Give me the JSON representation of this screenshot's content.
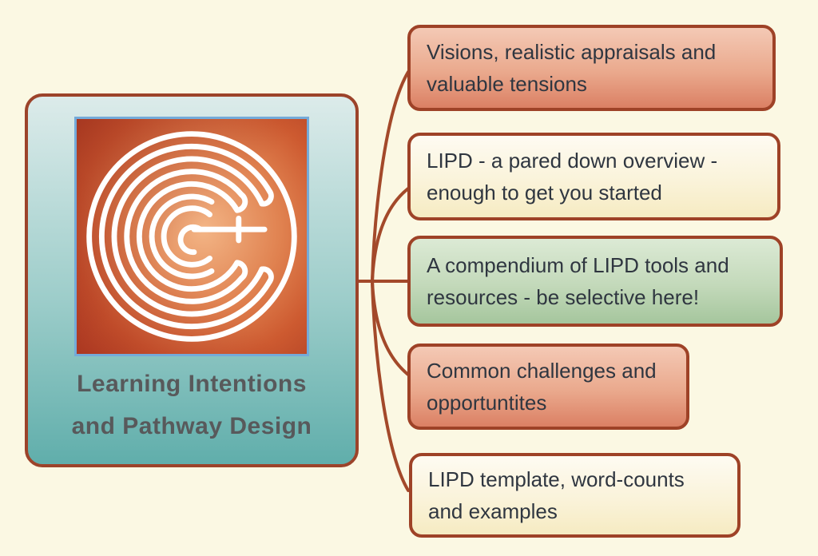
{
  "root": {
    "title_lines": [
      "Learning Intentions",
      "and Pathway Design"
    ],
    "icon": "labyrinth-icon"
  },
  "nodes": [
    {
      "label_lines": [
        "Visions, realistic appraisals and",
        "valuable tensions"
      ],
      "color_style": "salmon"
    },
    {
      "label_lines": [
        "LIPD - a pared down overview -",
        "enough to get you started"
      ],
      "color_style": "cream"
    },
    {
      "label_lines": [
        "A compendium of LIPD tools and",
        "resources - be selective here!"
      ],
      "color_style": "green"
    },
    {
      "label_lines": [
        "Common challenges and",
        "opportuntites"
      ],
      "color_style": "salmon"
    },
    {
      "label_lines": [
        "LIPD template, word-counts",
        "and examples"
      ],
      "color_style": "cream"
    }
  ],
  "palette": {
    "background": "#fbf8e3",
    "connector_line": "#a3492a",
    "node_border": "#9e4227",
    "root_border": "#9c432a",
    "root_fill_top": "#dcebea",
    "root_fill_bottom": "#60aeab",
    "salmon_top": "#f4c9b5",
    "salmon_bottom": "#db8064",
    "cream_top": "#fefbf2",
    "cream_bottom": "#f6ebc2",
    "green_top": "#dcead5",
    "green_bottom": "#a5c69d",
    "node_text": "#2f3640",
    "root_title_text": "#58595b",
    "labyrinth_frame": "#74aad9",
    "labyrinth_line": "#ffffff",
    "labyrinth_bg": "#c65430"
  }
}
